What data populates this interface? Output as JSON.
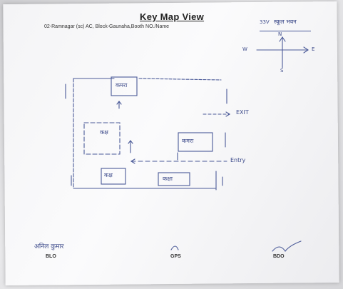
{
  "header": {
    "title": "Key Map View",
    "subtitle": "02-Ramnagar (sc) AC, Block-Gaunaha,Booth NO./Name",
    "booth_hand": "33V",
    "booth_name_hand": "स्कूल भवन"
  },
  "compass": {
    "n": "N",
    "w": "W",
    "e": "E",
    "s": "S"
  },
  "map": {
    "exit_label": "EXIT",
    "entry_label": "Entry",
    "room_labels": [
      "कमरा",
      "कक्ष",
      "कमरा",
      "कक्ष",
      "कक्षा"
    ]
  },
  "footer": {
    "blo_sign": "अनिल कुमार",
    "blo_label": "BLO",
    "gps_label": "GPS",
    "bdo_label": "BDO"
  },
  "colors": {
    "ink": "#3c4a8a",
    "print": "#222222",
    "paper": "#f6f6f8"
  }
}
